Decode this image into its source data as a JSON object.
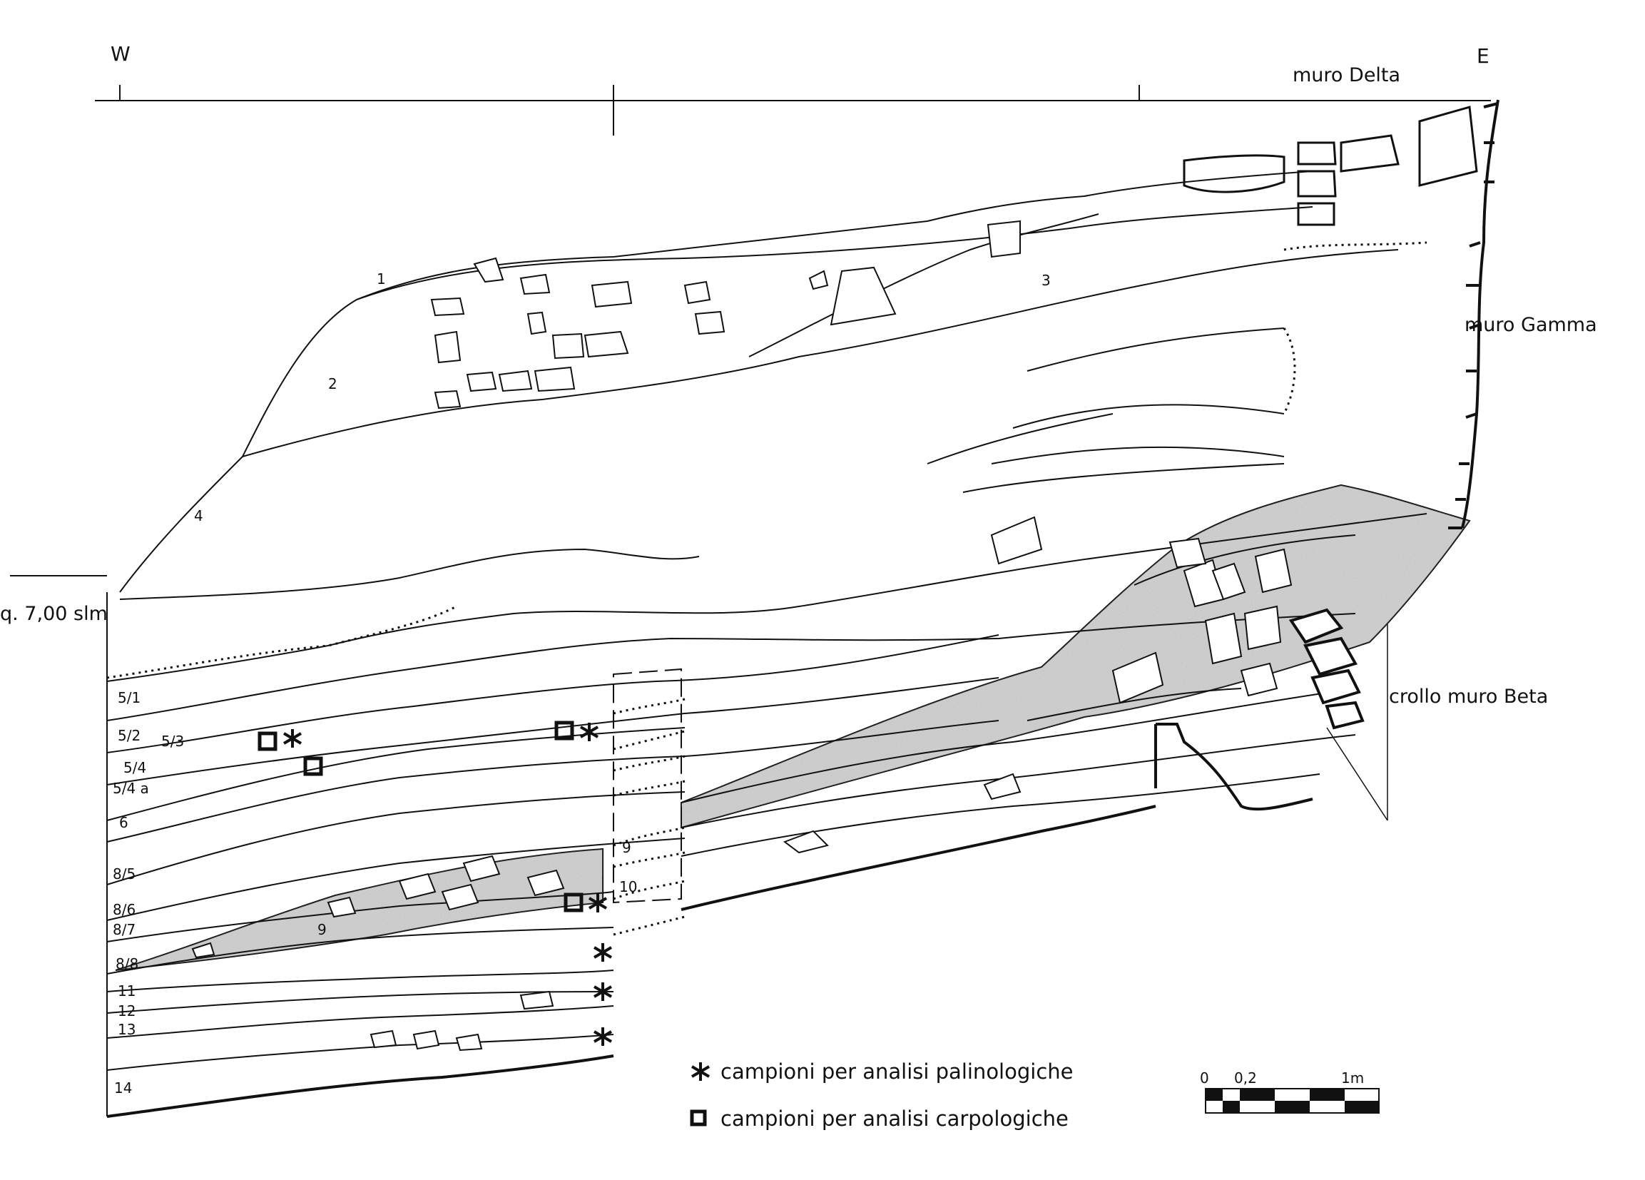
{
  "orientation": {
    "west": "W",
    "east": "E"
  },
  "reference_level": "q. 7,00 slm",
  "structures": {
    "muro_delta": "muro Delta",
    "muro_gamma": "muro Gamma",
    "crollo_muro_beta": "crollo muro Beta"
  },
  "upper_units": {
    "u1": "1",
    "u2": "2",
    "u3": "3",
    "u4": "4"
  },
  "left_column_units": [
    "5/1",
    "5/2",
    "5/4",
    "5/4 a",
    "6",
    "8/5",
    "8/6",
    "8/7",
    "8/8",
    "11",
    "12",
    "13",
    "14"
  ],
  "inner_units": {
    "u53": "5/3",
    "u9a": "9",
    "u9b": "9",
    "u10": "10"
  },
  "legend": {
    "palynology": "campioni per analisi palinologiche",
    "carpology": "campioni per analisi carpologiche"
  },
  "scale_bar": {
    "zero": "0",
    "mid": "0,2",
    "end": "1m",
    "segments": 5
  },
  "colors": {
    "ink": "#111111",
    "fill_grey": "#c8c8c8"
  }
}
